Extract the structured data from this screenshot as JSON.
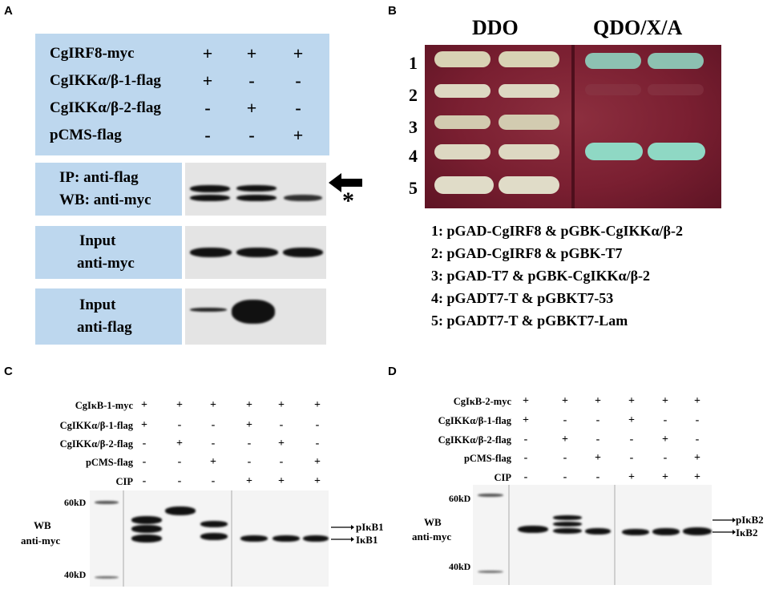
{
  "panels": {
    "A": {
      "letter": "A",
      "rows": [
        {
          "label": "CgIRF8-myc",
          "signs": [
            "+",
            "+",
            "+"
          ]
        },
        {
          "label": "CgIKKα/β-1-flag",
          "signs": [
            "+",
            "-",
            "-"
          ]
        },
        {
          "label": "CgIKKα/β-2-flag",
          "signs": [
            "-",
            "+",
            "-"
          ]
        },
        {
          "label": "pCMS-flag",
          "signs": [
            "-",
            "-",
            "+"
          ]
        }
      ],
      "blots": [
        {
          "line1": "IP: anti-flag",
          "line2": "WB: anti-myc"
        },
        {
          "line1": "Input",
          "line2": "anti-myc"
        },
        {
          "line1": "Input",
          "line2": "anti-flag"
        }
      ],
      "asterisk": "*"
    },
    "B": {
      "letter": "B",
      "plate1_title": "DDO",
      "plate2_title": "QDO/X/A",
      "row_numbers": [
        "1",
        "2",
        "3",
        "4",
        "5"
      ],
      "legend": [
        "1: pGAD-CgIRF8 & pGBK-CgIKKα/β-2",
        "2: pGAD-CgIRF8 & pGBK-T7",
        "3: pGAD-T7 & pGBK-CgIKKα/β-2",
        "4: pGADT7-T & pGBKT7-53",
        "5: pGADT7-T & pGBKT7-Lam"
      ]
    },
    "C": {
      "letter": "C",
      "rows": [
        {
          "label": "CgIκB-1-myc",
          "signs": [
            "+",
            "+",
            "+",
            "+",
            "+",
            "+"
          ]
        },
        {
          "label": "CgIKKα/β-1-flag",
          "signs": [
            "+",
            "-",
            "-",
            "+",
            "-",
            "-"
          ]
        },
        {
          "label": "CgIKKα/β-2-flag",
          "signs": [
            "-",
            "+",
            "-",
            "-",
            "+",
            "-"
          ]
        },
        {
          "label": "pCMS-flag",
          "signs": [
            "-",
            "-",
            "+",
            "-",
            "-",
            "+"
          ]
        },
        {
          "label": "CIP",
          "signs": [
            "-",
            "-",
            "-",
            "+",
            "+",
            "+"
          ]
        }
      ],
      "marker_high": "60kD",
      "marker_low": "40kD",
      "wb1": "WB",
      "wb2": "anti-myc",
      "band_upper": "pIκB1",
      "band_lower": "IκB1"
    },
    "D": {
      "letter": "D",
      "rows": [
        {
          "label": "CgIκB-2-myc",
          "signs": [
            "+",
            "+",
            "+",
            "+",
            "+",
            "+"
          ]
        },
        {
          "label": "CgIKKα/β-1-flag",
          "signs": [
            "+",
            "-",
            "-",
            "+",
            "-",
            "-"
          ]
        },
        {
          "label": "CgIKKα/β-2-flag",
          "signs": [
            "-",
            "+",
            "-",
            "-",
            "+",
            "-"
          ]
        },
        {
          "label": "pCMS-flag",
          "signs": [
            "-",
            "-",
            "+",
            "-",
            "-",
            "+"
          ]
        },
        {
          "label": "CIP",
          "signs": [
            "-",
            "-",
            "-",
            "+",
            "+",
            "+"
          ]
        }
      ],
      "marker_high": "60kD",
      "marker_low": "40kD",
      "wb1": "WB",
      "wb2": "anti-myc",
      "band_upper": "pIκB2",
      "band_lower": "IκB2"
    }
  }
}
